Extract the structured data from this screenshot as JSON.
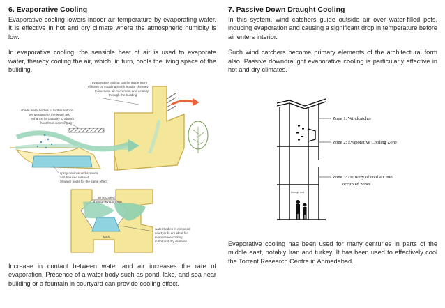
{
  "left": {
    "heading_num": "6.",
    "heading_text": " Evaporative Cooling",
    "para1": "Evaporative cooling lowers indoor air temperature by evaporating water. It is effective in hot and dry climate where the atmospheric humidity is low.",
    "para2": "In evaporative cooling, the sensible heat of air is used to evaporate water, thereby cooling the air, which, in turn, cools the living space of the building.",
    "para3": "Increase in contact between water and air increases the rate of evaporation. Presence of a water body such as pond, lake, and sea near building or a fountain in courtyard can provide cooling effect."
  },
  "figure1": {
    "label_chimney_1": "evaporative cooling can be made more",
    "label_chimney_2": "efficient by coupling it with a solar chimney",
    "label_chimney_3": "to increase air movement and velocity",
    "label_chimney_4": "through the building",
    "label_shade_1": "shade water bodies to further reduce",
    "label_shade_2": "temperature of the water and",
    "label_shade_3": "enhance its capacity to absorb",
    "label_shade_4": "heat from incoming air",
    "label_spray_1": "spray devices and screens",
    "label_spray_2": "can be used instead",
    "label_spray_3": "of water pools for the same effect",
    "label_cooled_1": "air is cooled",
    "label_cooled_2": "through evaporation",
    "label_pool": "pool",
    "label_court_1": "water bodies in enclosed",
    "label_court_2": "courtyards are ideal for",
    "label_court_3": "evaporative cooling",
    "label_court_4": "in hot and dry climates"
  },
  "right": {
    "heading": "7. Passive Down Draught Cooling",
    "para1": "In this system, wind catchers guide outside air over water-filled pots, inducing evaporation and causing a significant drop in temperature before air enters interior.",
    "para2": "Such wind catchers become primary elements of the architectural form also. Passive downdraught evaporative cooling is particularly effective in hot and dry climates.",
    "para3": "Evaporative cooling has been used for many centuries in parts of the middle east, notably Iran and turkey. It has been used to effectively cool the Torrent Research Centre in Ahmedabad."
  },
  "figure2": {
    "zone1": "Zone 1: Windcatcher",
    "zone2": "Zone 2: Evaporative Cooling Zone",
    "zone3_line1": "Zone 3: Delivery of cool air into",
    "zone3_line2": "occupied zones",
    "label_small": "through roof"
  },
  "colors": {
    "building": "#f4e79a",
    "water": "#8fd3e0",
    "arrow_hot": "#e8643c",
    "airflow": "#8fcfb0"
  }
}
